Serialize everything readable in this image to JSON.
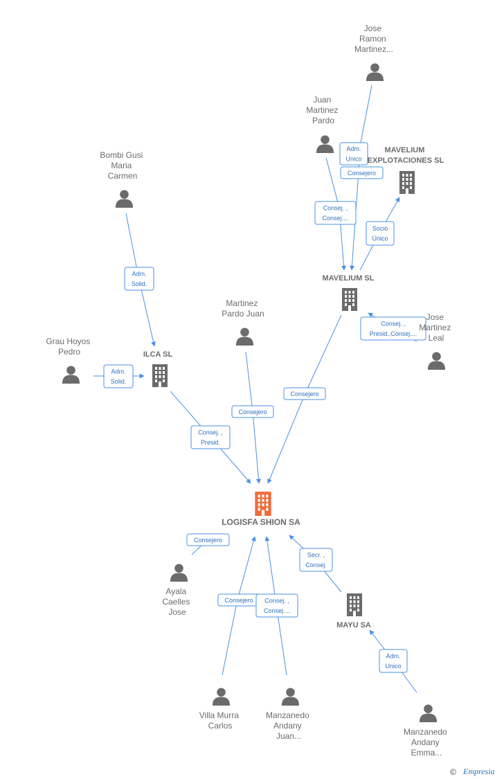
{
  "center": {
    "lines": [
      "LOGISFA SHION SA"
    ],
    "color": "#f26b3a"
  },
  "companies": [
    {
      "id": "mavelium-explotaciones",
      "lines": [
        "MAVELIUM",
        "EXPLOTACIONES SL"
      ]
    },
    {
      "id": "mavelium-sl",
      "lines": [
        "MAVELIUM SL"
      ]
    },
    {
      "id": "ilca-sl",
      "lines": [
        "ILCA SL"
      ]
    },
    {
      "id": "mayu-sa",
      "lines": [
        "MAYU SA"
      ]
    }
  ],
  "people": [
    {
      "id": "jose-ramon",
      "lines": [
        "Jose",
        "Ramon",
        "Martinez..."
      ]
    },
    {
      "id": "juan-martinez",
      "lines": [
        "Juan",
        "Martinez",
        "Pardo"
      ]
    },
    {
      "id": "bombi",
      "lines": [
        "Bombi Gusi",
        "Maria",
        "Carmen"
      ]
    },
    {
      "id": "martinez-pardo",
      "lines": [
        "Martinez",
        "Pardo Juan"
      ]
    },
    {
      "id": "grau",
      "lines": [
        "Grau Hoyos",
        "Pedro"
      ]
    },
    {
      "id": "jose-leal",
      "lines": [
        "Jose",
        "Martinez",
        "Leal"
      ]
    },
    {
      "id": "ayala",
      "lines": [
        "Ayala",
        "Caelles",
        "Jose"
      ]
    },
    {
      "id": "villa",
      "lines": [
        "Villa Murra",
        "Carlos"
      ]
    },
    {
      "id": "manzanedo-juan",
      "lines": [
        "Manzanedo",
        "Andany",
        "Juan..."
      ]
    },
    {
      "id": "manzanedo-emma",
      "lines": [
        "Manzanedo",
        "Andany",
        "Emma..."
      ]
    }
  ],
  "relations": [
    {
      "id": "rel-jose-ramon-mavelium",
      "lines": [
        "Adm.",
        "Unico"
      ]
    },
    {
      "id": "rel-jose-ramon-consejero",
      "lines": [
        "Consejero"
      ]
    },
    {
      "id": "rel-juan-mavelium",
      "lines": [
        "Consej. ,",
        "Consej...."
      ]
    },
    {
      "id": "rel-mavelium-explotaciones",
      "lines": [
        "Socio",
        "Único"
      ]
    },
    {
      "id": "rel-bombi-ilca",
      "lines": [
        "Adm.",
        "Solid."
      ]
    },
    {
      "id": "rel-jose-leal-mavelium",
      "lines": [
        "Consej. ,",
        "Presid.,Consej...."
      ]
    },
    {
      "id": "rel-grau-ilca",
      "lines": [
        "Adm.",
        "Solid."
      ]
    },
    {
      "id": "rel-mavelium-center",
      "lines": [
        "Consejero"
      ]
    },
    {
      "id": "rel-martinez-center",
      "lines": [
        "Consejero"
      ]
    },
    {
      "id": "rel-ilca-center",
      "lines": [
        "Consej. ,",
        "Presid."
      ]
    },
    {
      "id": "rel-ayala-center",
      "lines": [
        "Consejero"
      ]
    },
    {
      "id": "rel-mayu-center",
      "lines": [
        "Secr. ,",
        "Consej."
      ]
    },
    {
      "id": "rel-villa-center",
      "lines": [
        "Consejero"
      ]
    },
    {
      "id": "rel-manzanedo-center",
      "lines": [
        "Consej. ,",
        "Consej...."
      ]
    },
    {
      "id": "rel-emma-mayu",
      "lines": [
        "Adm.",
        "Unico"
      ]
    }
  ],
  "footer": {
    "copyright": "©",
    "brand": "Empresia"
  },
  "colors": {
    "edge": "#4a90e2",
    "node": "#6b6b6b",
    "center": "#f26b3a"
  }
}
